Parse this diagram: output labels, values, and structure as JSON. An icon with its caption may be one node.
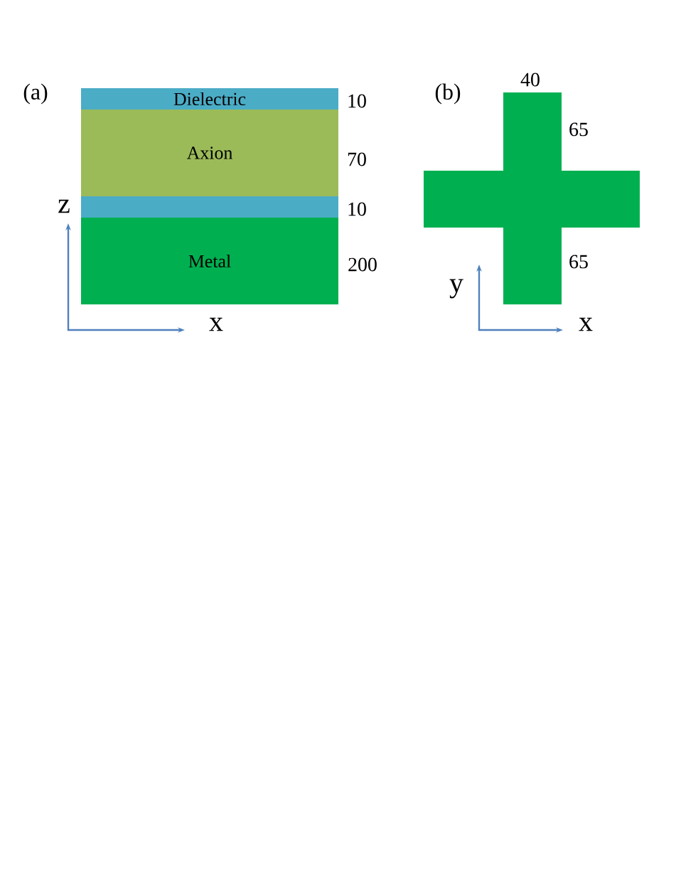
{
  "diagram": {
    "nodes": [
      {
        "text": [
          "Dielectric"
        ]
      },
      {
        "text": [
          "Axion"
        ]
      },
      {
        "text": [],
        "shape": "bar"
      },
      {
        "text": [
          "Metal"
        ]
      },
      {
        "text": [],
        "shape": "cross"
      }
    ],
    "labels": [
      "(a)",
      "10",
      "70",
      "10",
      "200",
      "z",
      "x",
      "(b)",
      "40",
      "65",
      "65",
      "y",
      "x"
    ]
  }
}
